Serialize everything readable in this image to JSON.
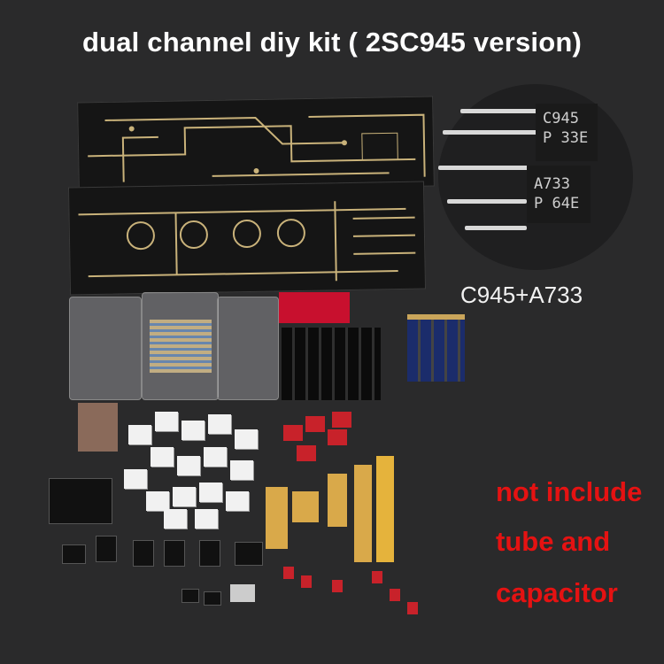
{
  "title": "dual channel diy kit ( 2SC945 version)",
  "inset": {
    "caption": "C945+A733",
    "transistor_1": {
      "line1": "C945",
      "line2": "P 33E"
    },
    "transistor_2": {
      "line1": "A733",
      "line2": "P 64E"
    }
  },
  "notice": {
    "lines": [
      "not include",
      "tube and",
      "capacitor"
    ],
    "color": "#e51212"
  },
  "colors": {
    "background": "#2a2a2b",
    "pcb_trace": "#c9b27a"
  }
}
